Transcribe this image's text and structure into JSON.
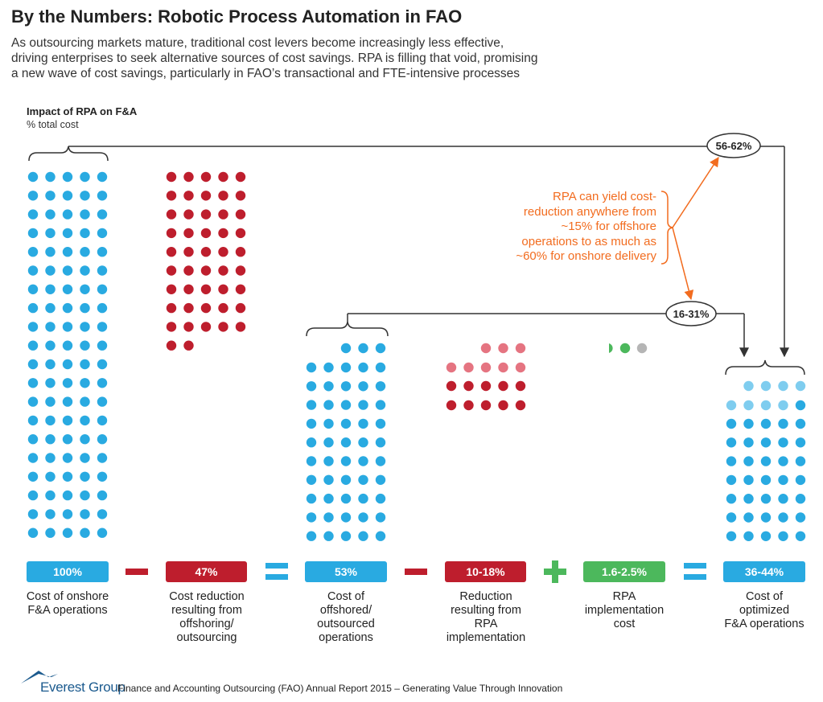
{
  "header": {
    "title": "By the Numbers: Robotic Process Automation in FAO",
    "subtitle_lines": [
      "As outsourcing markets mature, traditional cost levers become increasingly less effective,",
      "driving enterprises to seek alternative sources of cost savings. RPA is filling that void, promising",
      "a new wave of cost savings, particularly in FAO’s transactional and FTE-intensive processes"
    ]
  },
  "colors": {
    "blue": "#29aae1",
    "light_blue": "#7fcdef",
    "red": "#be1e2d",
    "light_red": "#e57481",
    "green": "#4cb85c",
    "grey": "#b5b5b5",
    "orange": "#f26c1f",
    "dark": "#333333"
  },
  "chart_data": {
    "type": "dot-equation",
    "title": "Impact of RPA on F&A",
    "unit": "% total cost",
    "series": [
      {
        "label": "100%",
        "caption": [
          "Cost of onshore",
          "F&A operations"
        ],
        "color": "blue",
        "dots": 100
      },
      {
        "label": "47%",
        "caption": [
          "Cost reduction",
          "resulting from",
          "offshoring/",
          "outsourcing"
        ],
        "color": "red",
        "dots": 47,
        "operator": "minus"
      },
      {
        "label": "53%",
        "caption": [
          "Cost of",
          "offshored/",
          "outsourced",
          "operations"
        ],
        "color": "blue",
        "dots": 53,
        "operator": "equals"
      },
      {
        "label": "10-18%",
        "caption": [
          "Reduction",
          "resulting from",
          "RPA",
          "implementation"
        ],
        "color": "red",
        "dots_min": 10,
        "dots_max": 18,
        "operator": "minus"
      },
      {
        "label": "1.6-2.5%",
        "caption": [
          "RPA",
          "implementation",
          "cost"
        ],
        "color": "green",
        "dots_min": 1.6,
        "dots_max": 2.5,
        "operator": "plus"
      },
      {
        "label": "36-44%",
        "caption": [
          "Cost of",
          "optimized",
          "F&A operations"
        ],
        "color": "blue",
        "dots_min": 36,
        "dots_max": 44,
        "operator": "equals"
      }
    ],
    "annotations": {
      "onshore_reduction": "56-62%",
      "offshore_reduction": "16-31%",
      "callout_lines": [
        "RPA can yield cost-",
        "reduction anywhere from",
        "~15% for offshore",
        "operations to as much as",
        "~60% for onshore delivery"
      ]
    }
  },
  "footer": {
    "brand": "Everest Group",
    "source": "Finance and Accounting Outsourcing (FAO) Annual Report 2015 – Generating Value Through Innovation"
  }
}
